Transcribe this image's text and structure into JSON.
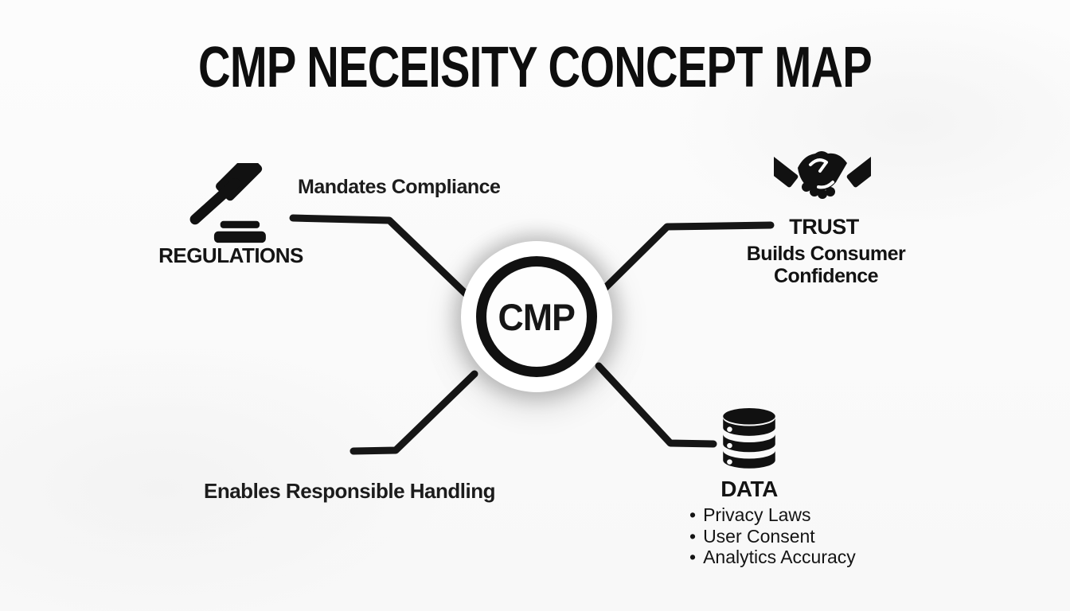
{
  "title": "CMP NECEISITY CONCEPT MAP",
  "center": {
    "label": "CMP"
  },
  "nodes": {
    "regulations": {
      "label": "REGULATIONS",
      "icon": "gavel-icon",
      "edge_label": "Mandates Compliance"
    },
    "trust": {
      "label": "TRUST",
      "icon": "handshake-icon",
      "description": "Builds Consumer Confidence"
    },
    "handling": {
      "edge_label": "Enables Responsible Handling"
    },
    "data": {
      "label": "DATA",
      "icon": "database-icon",
      "bullets": [
        "Privacy Laws",
        "User Consent",
        "Analytics Accuracy"
      ]
    }
  },
  "colors": {
    "ink": "#111111",
    "line": "#161616",
    "background": "#f9f9f9"
  }
}
